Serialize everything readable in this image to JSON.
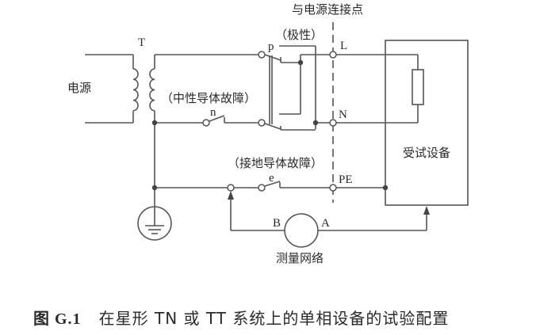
{
  "diagram": {
    "colors": {
      "wire": "#555555",
      "text": "#2a2a2a",
      "accent_wire": "#6b4a2e",
      "background": "#ffffff"
    },
    "labels": {
      "power_source": "电源",
      "transformer": "T",
      "connection_point": "与电源连接点",
      "polarity": "（极性）",
      "neutral_fault": "（中性导体故障）",
      "earth_fault": "（接地导体故障）",
      "switch_p": "p",
      "switch_n": "n",
      "switch_e": "e",
      "terminal_L": "L",
      "terminal_N": "N",
      "terminal_PE": "PE",
      "equipment_under_test": "受试设备",
      "measurement_network": "测量网络",
      "meas_B": "B",
      "meas_A": "A"
    },
    "caption": {
      "figure_label": "图 G.1",
      "title": "在星形 TN 或 TT 系统上的单相设备的试验配置"
    }
  }
}
